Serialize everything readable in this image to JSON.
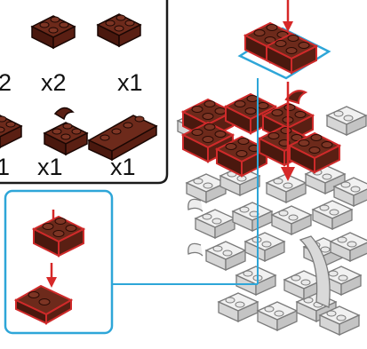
{
  "parts_list": {
    "quantities": [
      "2",
      "x2",
      "x1",
      "1",
      "x1",
      "x1"
    ]
  },
  "colors": {
    "brick_brown": "#5a1f13",
    "brick_top": "#6d2a1b",
    "brick_outline": "#cf2a2a",
    "model_grey": "#e3e3e3",
    "model_outline": "#7a7a7a",
    "callout_blue": "#2ea6d8",
    "arrow_red": "#d62828",
    "panel_border": "#1a1a1a"
  },
  "icons": {
    "part_2x2_plate": "brown-2x2-brick-icon",
    "part_2x3_plate": "brown-2x3-brick-icon",
    "part_1x2_clip": "brown-clip-brick-icon",
    "part_1x4_plate": "brown-1x4-brick-icon"
  }
}
